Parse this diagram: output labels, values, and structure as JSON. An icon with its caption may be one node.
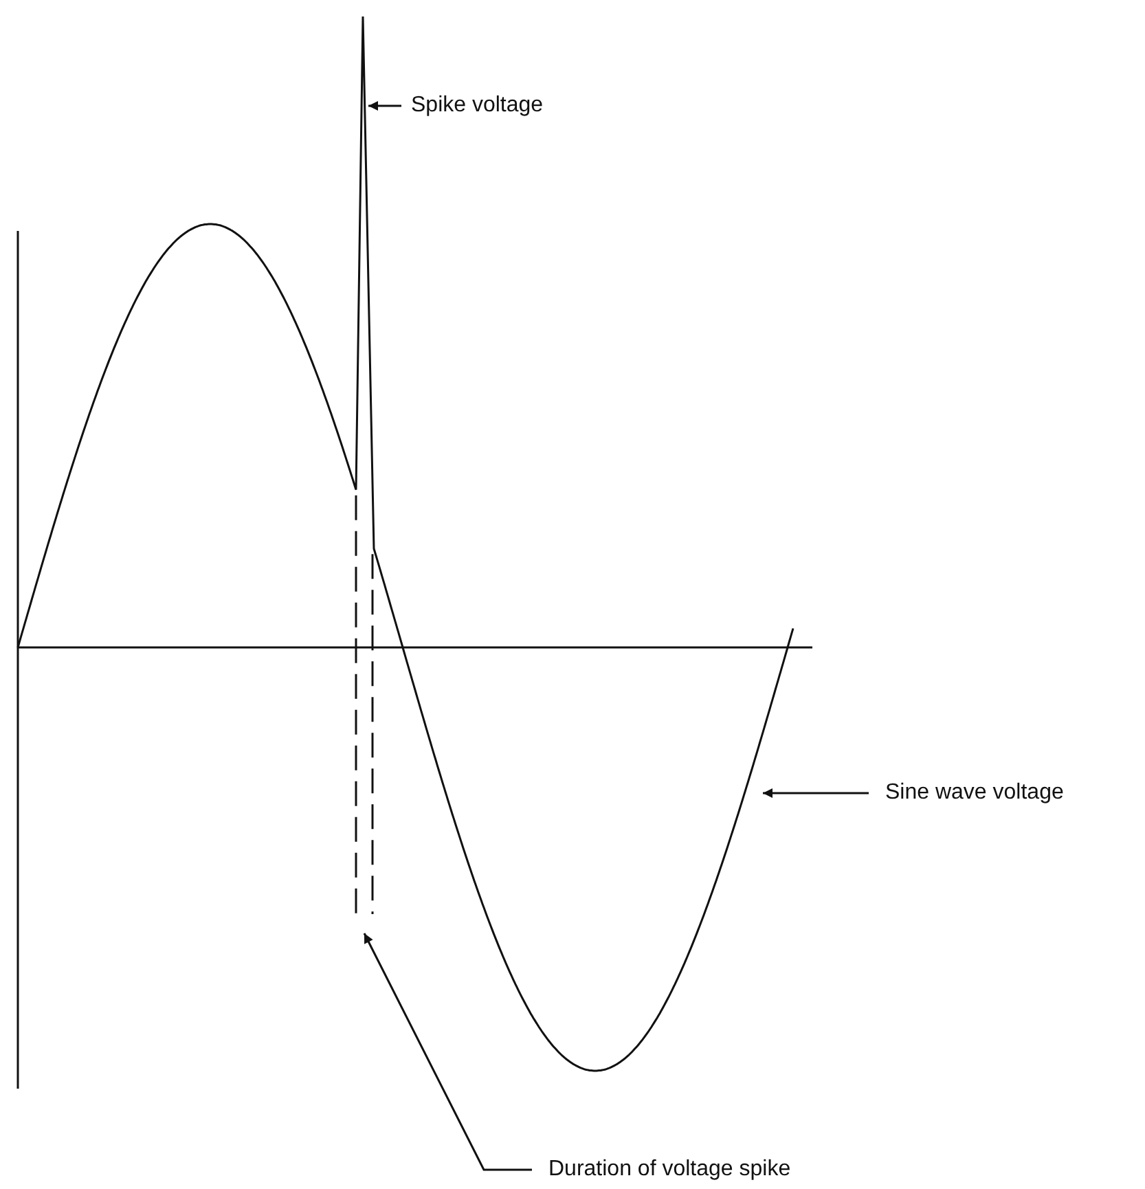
{
  "diagram": {
    "nodes": [
      {
        "text": [
          "Spike voltage"
        ]
      },
      {
        "text": [
          "Sine wave voltage"
        ]
      },
      {
        "text": [
          "Duration of voltage spike"
        ]
      }
    ],
    "edges": [
      {
        "from": 0,
        "to": null,
        "arrow": "to"
      },
      {
        "from": 1,
        "to": null,
        "arrow": "to"
      },
      {
        "from": 2,
        "to": null,
        "arrow": "to"
      }
    ]
  }
}
